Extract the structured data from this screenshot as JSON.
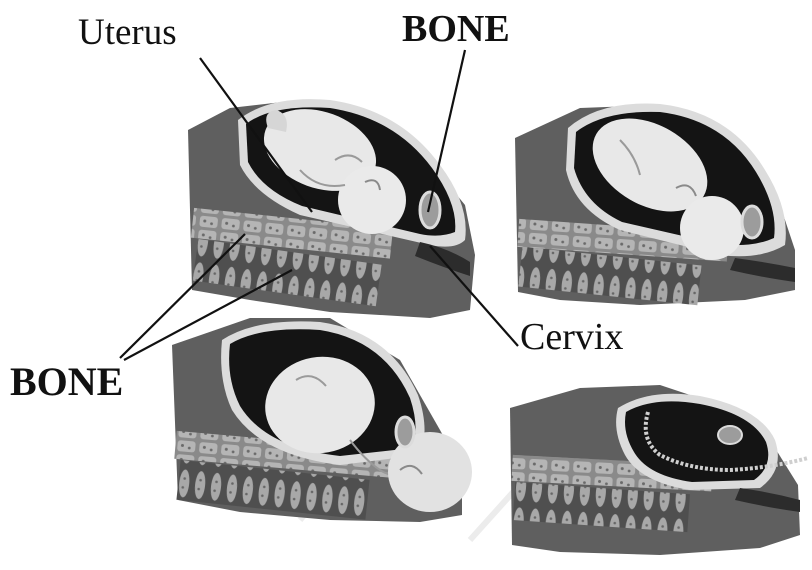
{
  "labels": {
    "uterus": "Uterus",
    "bone_top": "BONE",
    "cervix": "Cervix",
    "bone_left": "BONE"
  },
  "colors": {
    "tissue": "#5f5f5f",
    "tissue_dark": "#3d3d3d",
    "cavity": "#141414",
    "uterine_wall": "#dcdcdc",
    "fetus": "#e8e8e8",
    "fetus_shadow": "#b8b8b8",
    "bone": "#9c9c9c",
    "line": "#111111",
    "watermark": "#e6e6e6"
  },
  "panels": [
    "stage-1-fetus-head-down",
    "stage-2-head-engaged",
    "stage-3-head-delivered",
    "stage-4-placenta-delivery"
  ]
}
